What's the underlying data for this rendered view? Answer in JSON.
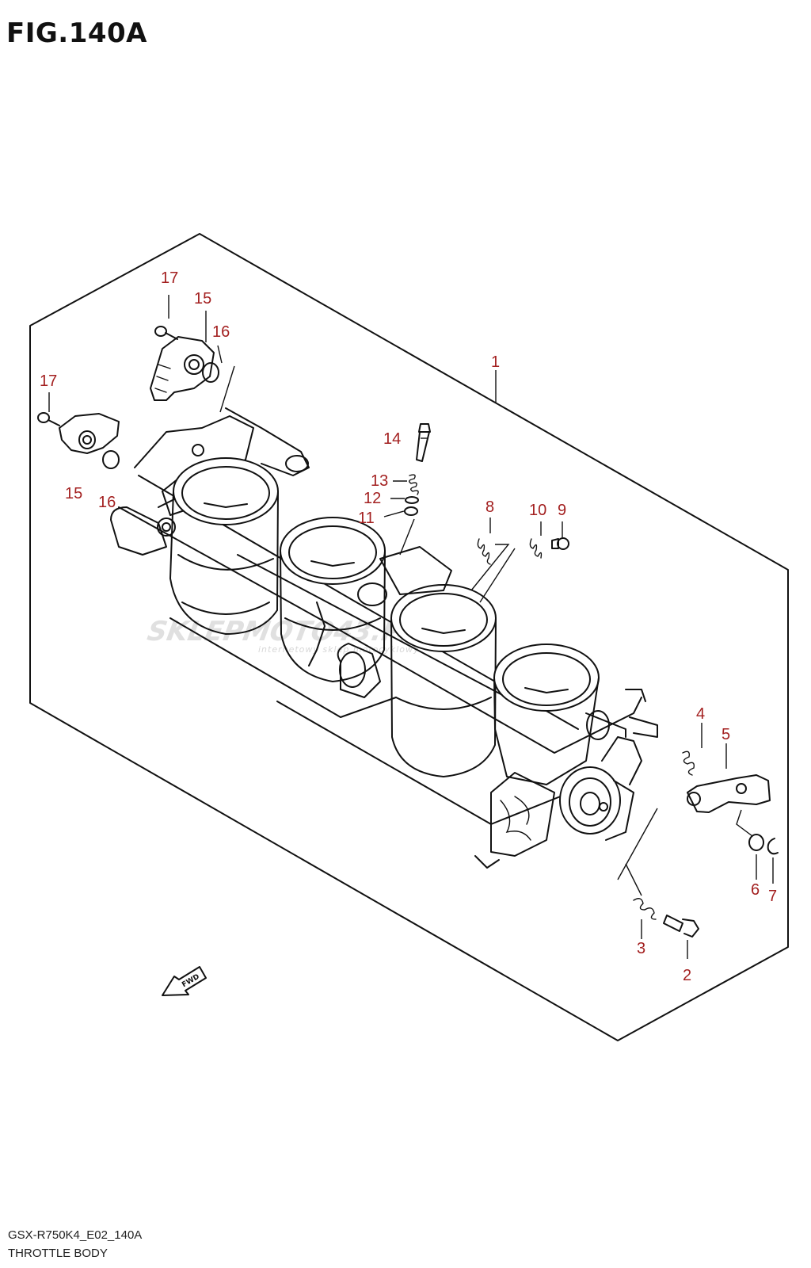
{
  "figure": {
    "title": "FIG.140A"
  },
  "footer": {
    "model_code": "GSX-R750K4_E02_140A",
    "section_name": "THROTTLE BODY"
  },
  "watermark": {
    "main": "SKLEPMOTO43.PL",
    "sub": "internetowy sklep motocyklowy"
  },
  "fwd_label": "FWD",
  "callouts": {
    "c1": "1",
    "c2": "2",
    "c3": "3",
    "c4": "4",
    "c5": "5",
    "c6": "6",
    "c7": "7",
    "c8": "8",
    "c9": "9",
    "c10": "10",
    "c11": "11",
    "c12": "12",
    "c13": "13",
    "c14": "14",
    "c15a": "15",
    "c15b": "15",
    "c16a": "16",
    "c16b": "16",
    "c17a": "17",
    "c17b": "17"
  },
  "colors": {
    "callout": "#a32020",
    "line": "#111111"
  }
}
